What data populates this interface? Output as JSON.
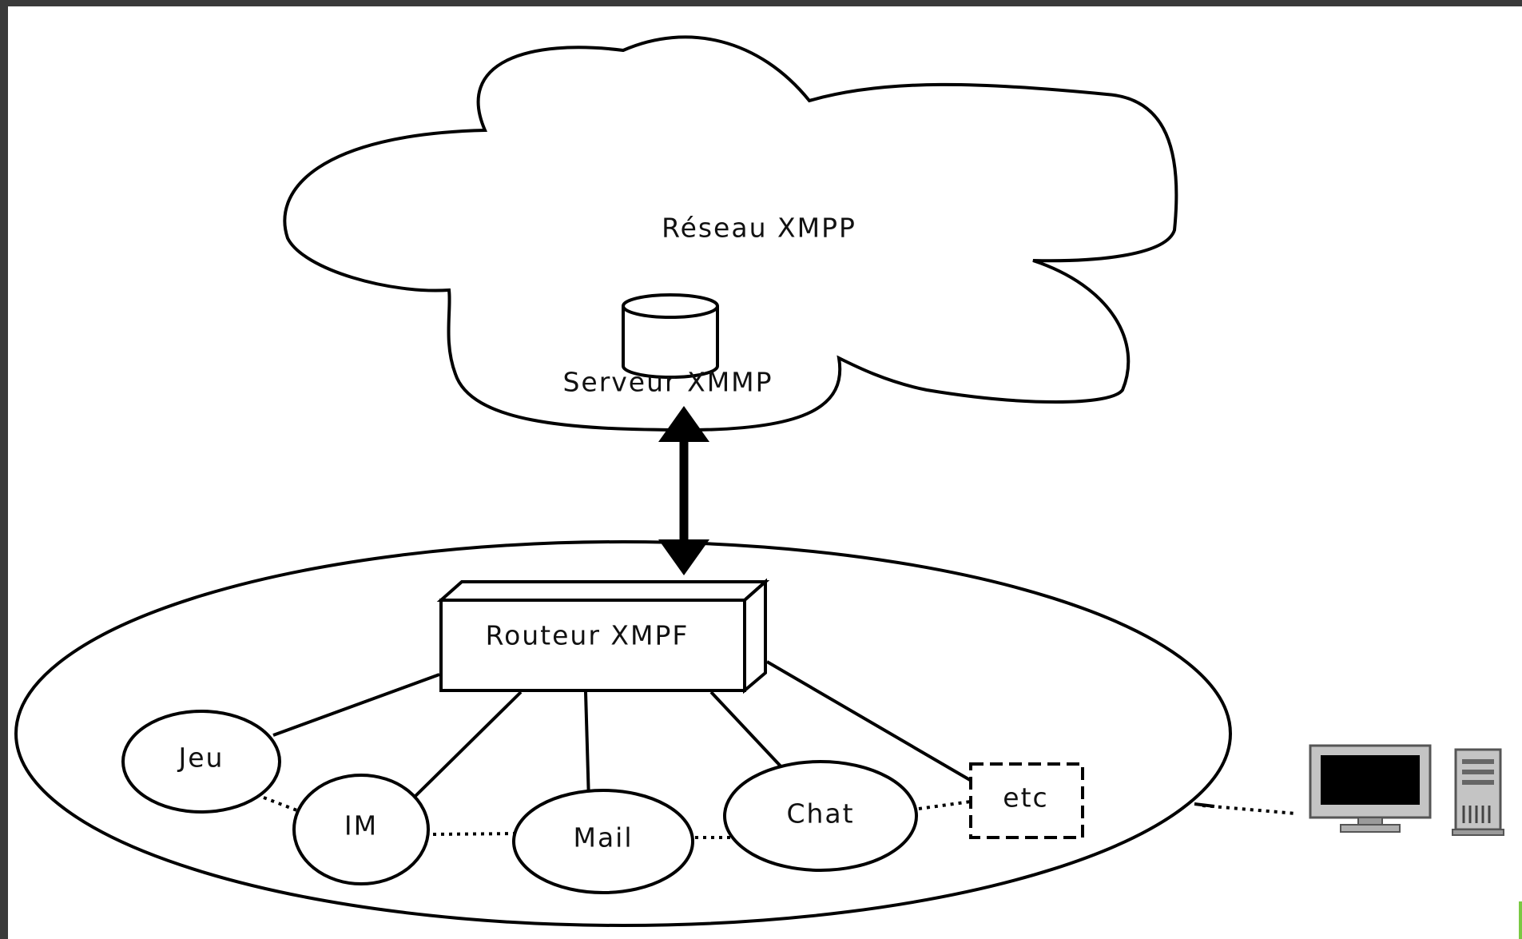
{
  "diagram": {
    "cloud_label": "Réseau XMPP",
    "server_label": "Serveur XMMP",
    "router_label": "Routeur XMPF",
    "nodes": {
      "jeu": "Jeu",
      "im": "IM",
      "mail": "Mail",
      "chat": "Chat",
      "etc": "etc"
    }
  },
  "colors": {
    "line": "#000000",
    "background": "#ffffff",
    "frame": "#3a3a3a",
    "monitor_body": "#c0c0c0"
  },
  "icons": [
    "database-icon",
    "monitor-icon",
    "tower-pc-icon"
  ]
}
